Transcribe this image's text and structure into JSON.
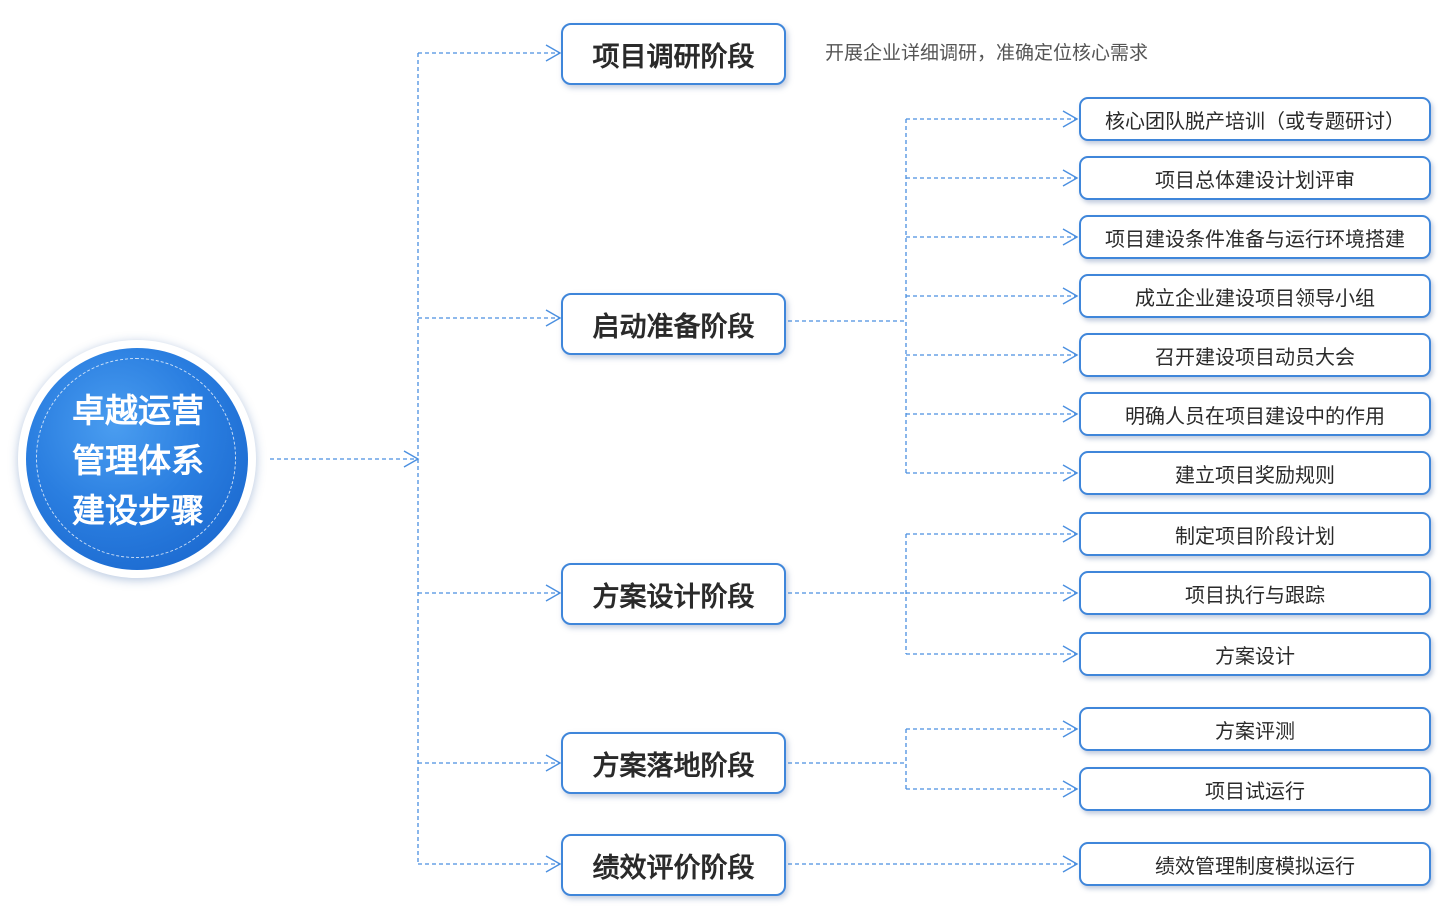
{
  "root": {
    "title": "卓越运营\n管理体系\n建设步骤"
  },
  "stages": [
    {
      "label": "项目调研阶段",
      "note": "开展企业详细调研，准确定位核心需求",
      "items": []
    },
    {
      "label": "启动准备阶段",
      "items": [
        "核心团队脱产培训（或专题研讨）",
        "项目总体建设计划评审",
        "项目建设条件准备与运行环境搭建",
        "成立企业建设项目领导小组",
        "召开建设项目动员大会",
        "明确人员在项目建设中的作用",
        "建立项目奖励规则"
      ]
    },
    {
      "label": "方案设计阶段",
      "items": [
        "制定项目阶段计划",
        "项目执行与跟踪",
        "方案设计"
      ]
    },
    {
      "label": "方案落地阶段",
      "items": [
        "方案评测",
        "项目试运行"
      ]
    },
    {
      "label": "绩效评价阶段",
      "items": [
        "绩效管理制度模拟运行"
      ]
    }
  ],
  "colors": {
    "accent": "#3f86da",
    "connector": "#4a8fe0",
    "root_fill": "#2a7ee0"
  }
}
